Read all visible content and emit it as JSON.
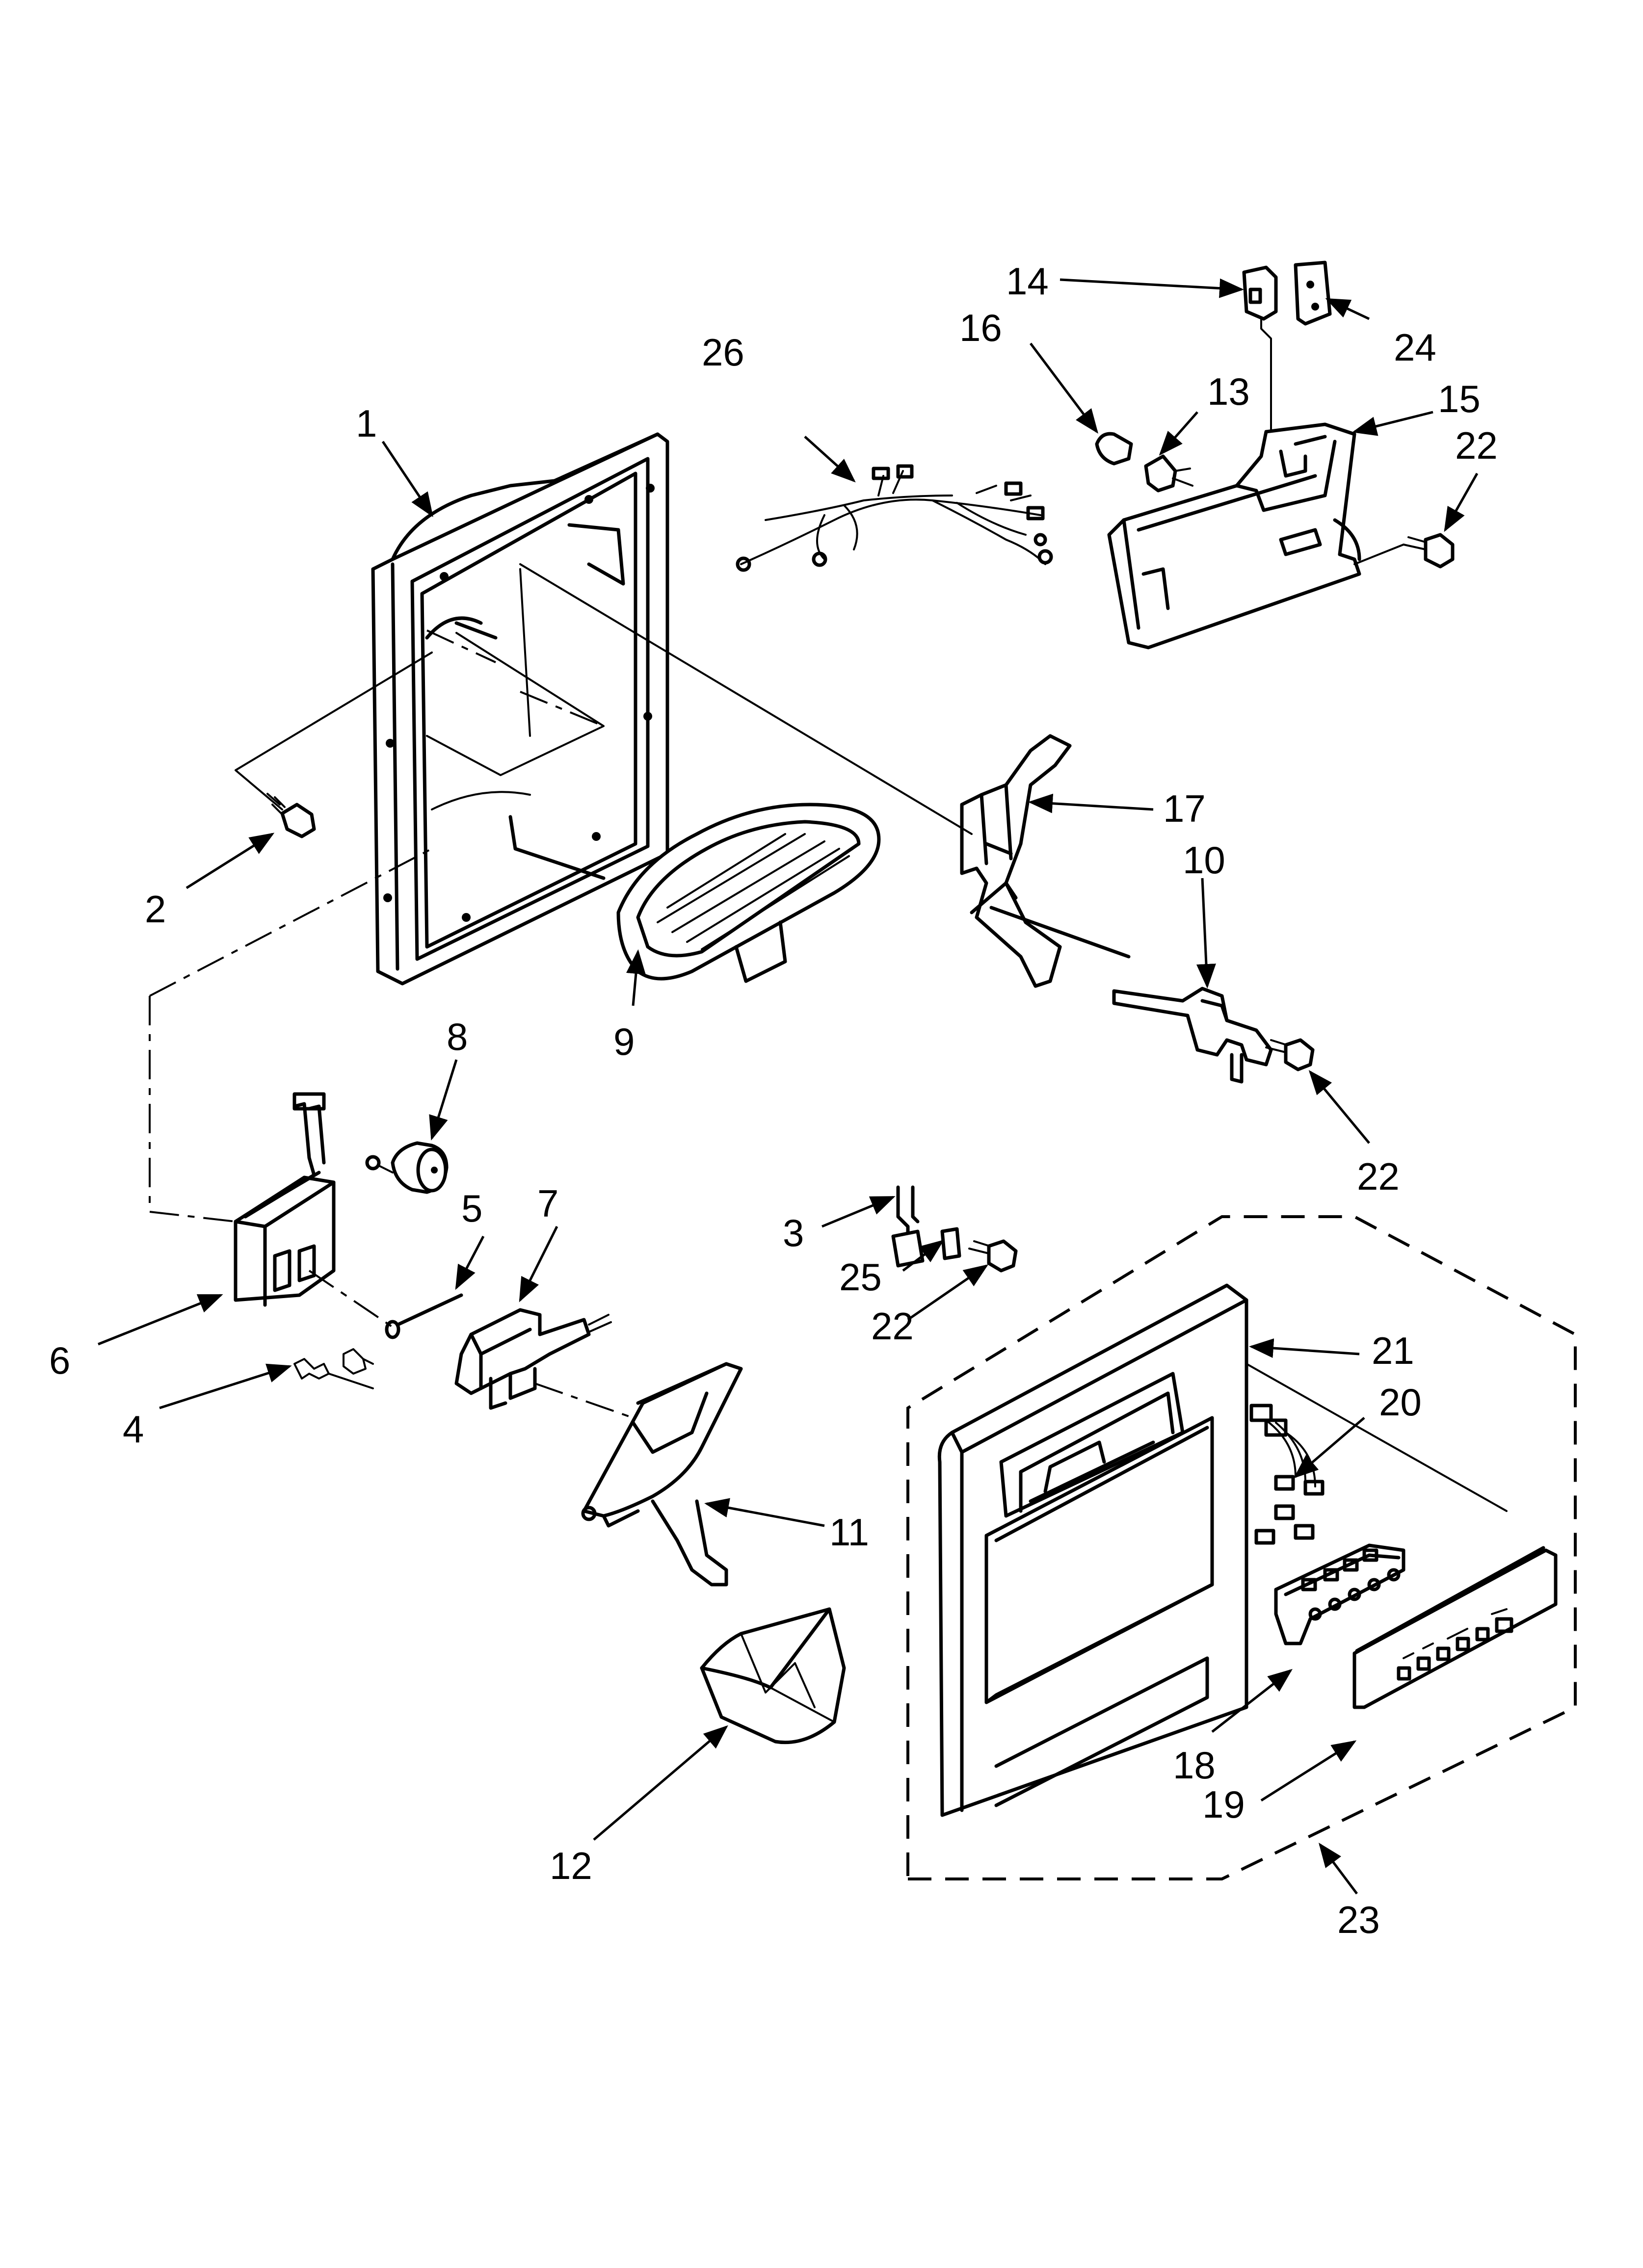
{
  "callouts": {
    "c1": "1",
    "c2": "2",
    "c3": "3",
    "c4": "4",
    "c5": "5",
    "c6": "6",
    "c7": "7",
    "c8": "8",
    "c9": "9",
    "c10": "10",
    "c11": "11",
    "c12": "12",
    "c13": "13",
    "c14": "14",
    "c15": "15",
    "c16": "16",
    "c17": "17",
    "c18": "18",
    "c19": "19",
    "c20": "20",
    "c21": "21",
    "c22a": "22",
    "c22b": "22",
    "c22c": "22",
    "c23": "23",
    "c24": "24",
    "c25": "25",
    "c26": "26"
  }
}
